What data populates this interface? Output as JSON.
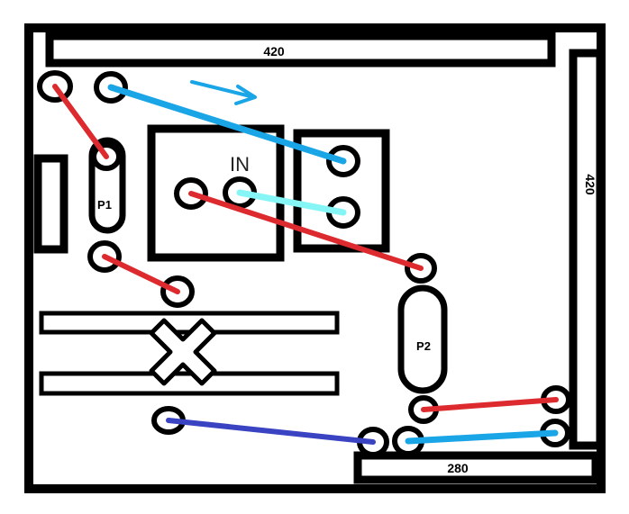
{
  "labels": {
    "top_bar": "420",
    "right_bar": "420",
    "bottom_bar": "280",
    "pot1": "P1",
    "pot2": "P2",
    "input": "IN"
  },
  "colors": {
    "outline": "#000000",
    "background": "#ffffff",
    "wire_red": "#dd2a2f",
    "wire_blue": "#1aa5e6",
    "wire_cyan": "#86f5f6",
    "wire_darkblue": "#3a43c1",
    "arrow": "#1aa5e6"
  }
}
